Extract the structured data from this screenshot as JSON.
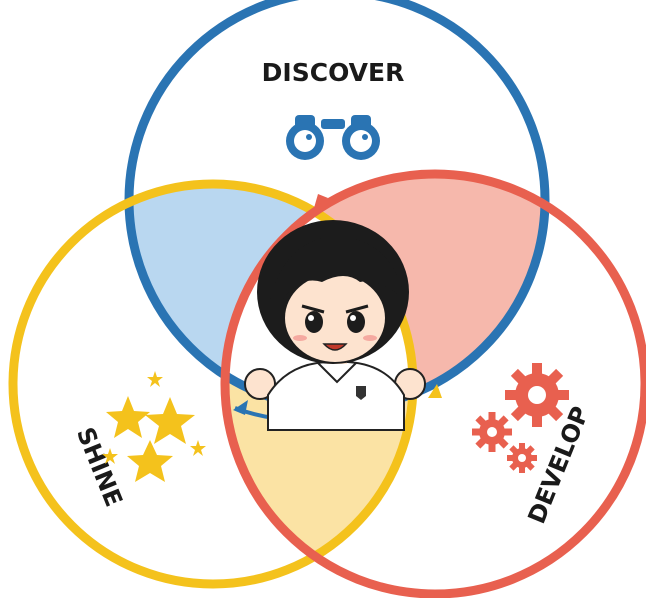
{
  "diagram": {
    "circles": [
      {
        "key": "discover",
        "label": "DISCOVER",
        "color": "#2a74b3",
        "fill": "#b9d7f0",
        "icon": "binoculars-icon"
      },
      {
        "key": "shine",
        "label": "SHINE",
        "color": "#f4c21c",
        "fill": "#fbe3a4",
        "icon": "stars-icon"
      },
      {
        "key": "develop",
        "label": "DEVELOP",
        "color": "#e8604f",
        "fill": "#f6b8ac",
        "icon": "gears-icon"
      }
    ],
    "center": {
      "icon": "student-mascot-icon"
    }
  }
}
